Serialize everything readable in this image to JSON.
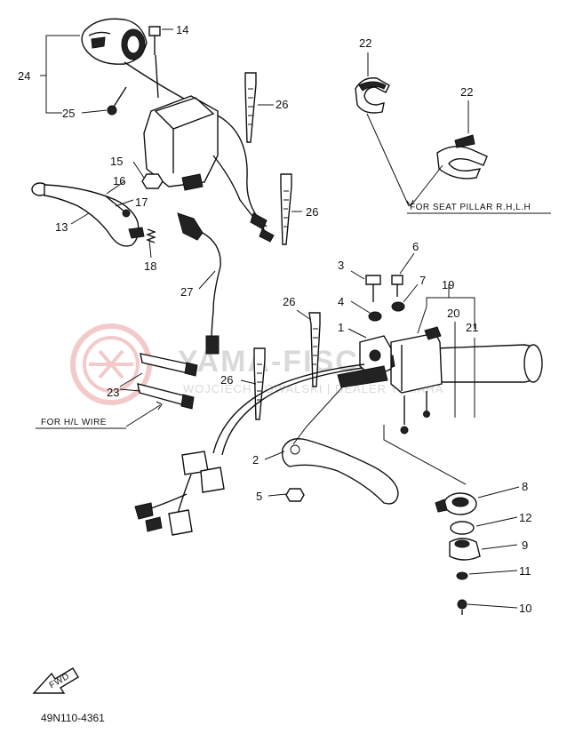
{
  "callouts": {
    "n1": "1",
    "n2": "2",
    "n3": "3",
    "n4": "4",
    "n5": "5",
    "n6": "6",
    "n7": "7",
    "n8": "8",
    "n9": "9",
    "n10": "10",
    "n11": "11",
    "n12": "12",
    "n13": "13",
    "n14": "14",
    "n15": "15",
    "n16": "16",
    "n17": "17",
    "n18": "18",
    "n19": "19",
    "n20": "20",
    "n21": "21",
    "n22a": "22",
    "n22b": "22",
    "n23": "23",
    "n24": "24",
    "n25": "25",
    "n26a": "26",
    "n26b": "26",
    "n26c": "26",
    "n26d": "26",
    "n27": "27"
  },
  "notes": {
    "seat_pillar": "FOR SEAT PILLAR R.H,L.H",
    "hl_wire": "FOR H/L WIRE"
  },
  "watermark": {
    "title": "YAMA-FISCHER.PL",
    "subtitle": "WOJCIECH KOWALSKI | DEALER YAMAHA"
  },
  "front_badge": "FWD",
  "diagram_code": "49N110-4361"
}
